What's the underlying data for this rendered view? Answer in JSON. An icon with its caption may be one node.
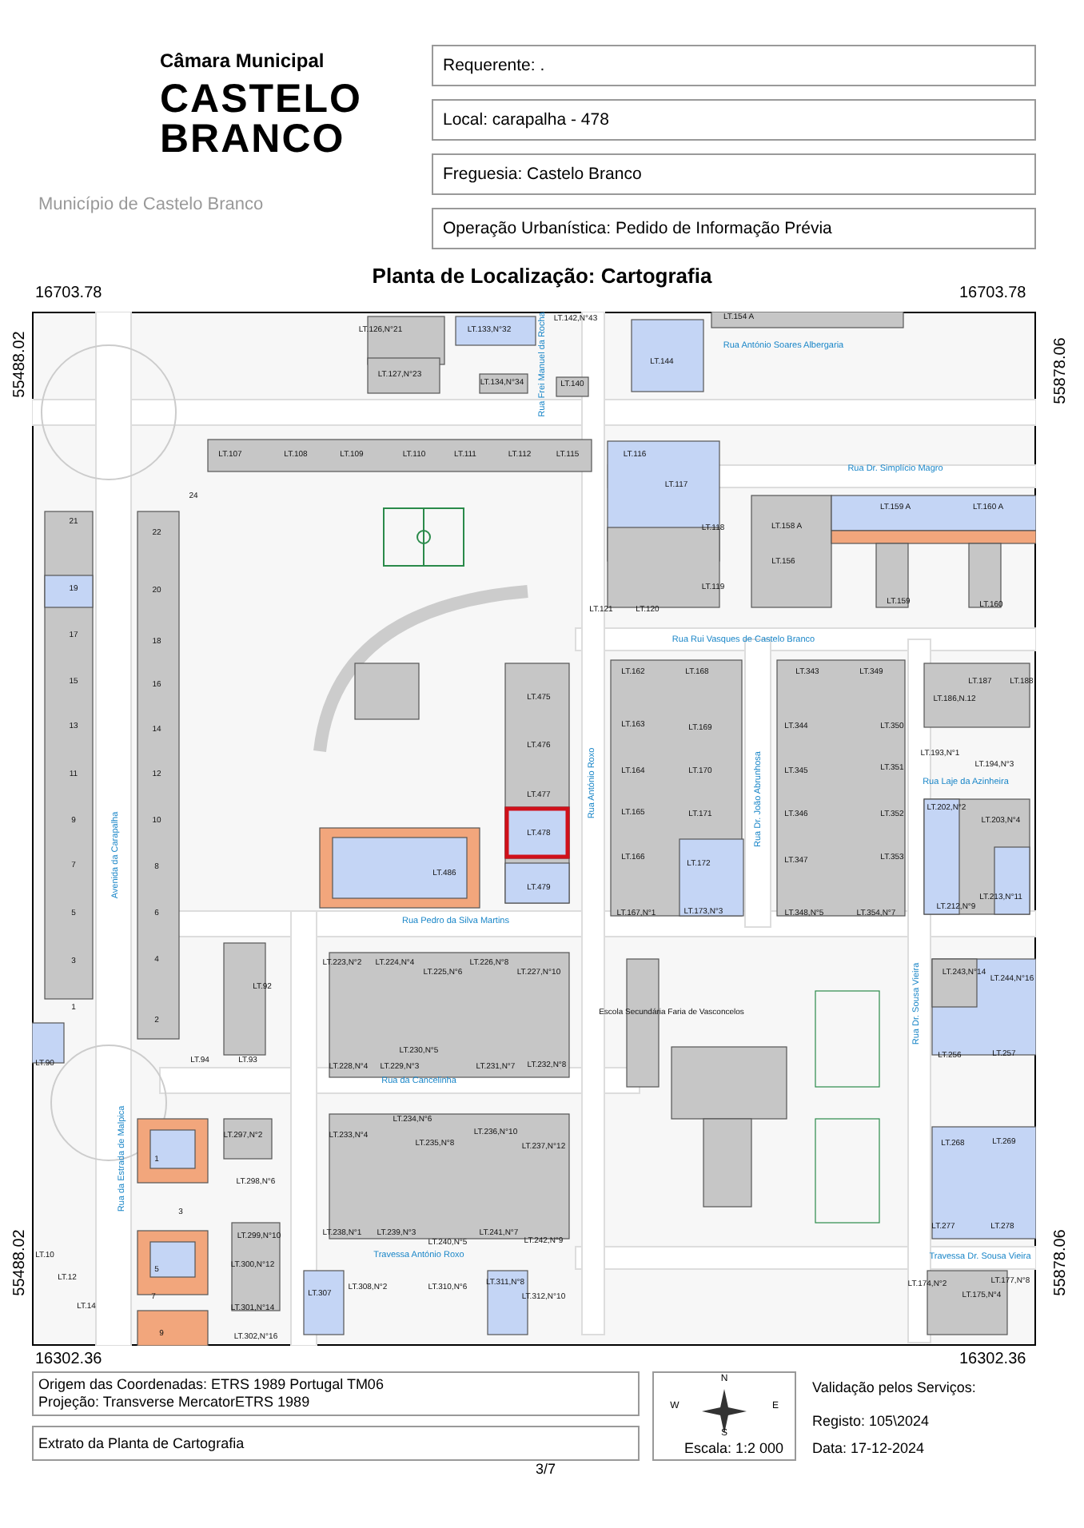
{
  "diagram": {
    "title": "Planta de Localização: Cartografia",
    "labels": [
      "Câmara Municipal",
      "CASTELO BRANCO",
      "Município de Castelo Branco",
      "Requerente: .",
      "Local: carapalha - 478",
      "Freguesia: Castelo Branco",
      "Operação Urbanística: Pedido de Informação Prévia",
      "16703.78",
      "16703.78",
      "55488.02",
      "55878.06",
      "LT.126,N°21",
      "LT.133,N°32",
      "LT.142,N°43",
      "LT.154 A",
      "LT.127,N°23",
      "LT.134,N°34",
      "LT.140",
      "LT.144",
      "Rua António Soares Albergaria",
      "Rua Frei Manuel da Rocha",
      "LT.107",
      "LT.108",
      "LT.109",
      "LT.110",
      "LT.111",
      "LT.112",
      "LT.115",
      "LT.116",
      "LT.117",
      "LT.118",
      "Rua Dr. Simplício Magro",
      "LT.159 A",
      "LT.160 A",
      "LT.158 A",
      "LT.156",
      "LT.119",
      "LT.121",
      "LT.120",
      "LT.159",
      "LT.160",
      "Rua Rui Vasques de Castelo Branco",
      "24",
      "21",
      "22",
      "19",
      "20",
      "17",
      "18",
      "15",
      "16",
      "13",
      "14",
      "11",
      "12",
      "9",
      "10",
      "7",
      "8",
      "5",
      "6",
      "3",
      "4",
      "1",
      "2",
      "LT.475",
      "LT.476",
      "LT.477",
      "LT.478",
      "LT.479",
      "LT.486",
      "Rua António Roxo",
      "LT.162",
      "LT.168",
      "LT.343",
      "LT.349",
      "LT.187",
      "LT.188",
      "LT.186,N.12",
      "LT.163",
      "LT.169",
      "LT.344",
      "LT.350",
      "LT.164",
      "LT.170",
      "LT.345",
      "LT.351",
      "LT.193,N°1",
      "LT.194,N°3",
      "Rua Laje da Azinheira",
      "LT.165",
      "LT.171",
      "LT.346",
      "LT.352",
      "LT.202,N°2",
      "LT.203,N°4",
      "LT.166",
      "LT.172",
      "LT.347",
      "LT.353",
      "LT.167,N°1",
      "LT.173,N°3",
      "LT.348,N°5",
      "LT.354,N°7",
      "LT.212,N°9",
      "LT.213,N°11",
      "Rua Dr. João Abrunhosa",
      "Avenida da Carapalha",
      "Rua Pedro da Silva Martins",
      "LT.223,N°2",
      "LT.224,N°4",
      "LT.225,N°6",
      "LT.226,N°8",
      "LT.227,N°10",
      "LT.92",
      "Escola Secundária Faria de Vasconcelos",
      "LT.243,N°14",
      "LT.244,N°16",
      "Rua Dr. Sousa Vieira",
      "LT.256",
      "LT.257",
      "LT.90",
      "LT.94",
      "LT.93",
      "LT.230,N°5",
      "LT.228,N°4",
      "LT.229,N°3",
      "LT.231,N°7",
      "LT.232,N°8",
      "Rua da Cancelinha",
      "LT.233,N°4",
      "LT.234,N°6",
      "LT.235,N°8",
      "LT.236,N°10",
      "LT.237,N°12",
      "LT.297,N°2",
      "LT.298,N°6",
      "Rua da Estrada de Malpica",
      "LT.299,N°10",
      "LT.300,N°12",
      "LT.301,N°14",
      "LT.302,N°16",
      "1",
      "3",
      "5",
      "7",
      "9",
      "LT.10",
      "LT.12",
      "LT.14",
      "LT.238,N°1",
      "LT.239,N°3",
      "LT.240,N°5",
      "LT.241,N°7",
      "LT.242,N°9",
      "Travessa António Roxo",
      "LT.307",
      "LT.308,N°2",
      "LT.310,N°6",
      "LT.311,N°8",
      "LT.312,N°10",
      "LT.268",
      "LT.269",
      "LT.277",
      "LT.278",
      "Travessa Dr. Sousa Vieira",
      "LT.174,N°2",
      "LT.175,N°4",
      "LT.177,N°8",
      "55488.02",
      "55878.06",
      "16302.36",
      "16302.36",
      "Origem das Coordenadas: ETRS 1989 Portugal TM06",
      "Projeção: Transverse MercatorETRS 1989",
      "Extrato da Planta de Cartografia",
      "N",
      "W",
      "E",
      "S",
      "Escala: 1:2 000",
      "Validação pelos Serviços:",
      "Registo: 105\\2024",
      "Data: 17-12-2024",
      "3/7"
    ]
  }
}
